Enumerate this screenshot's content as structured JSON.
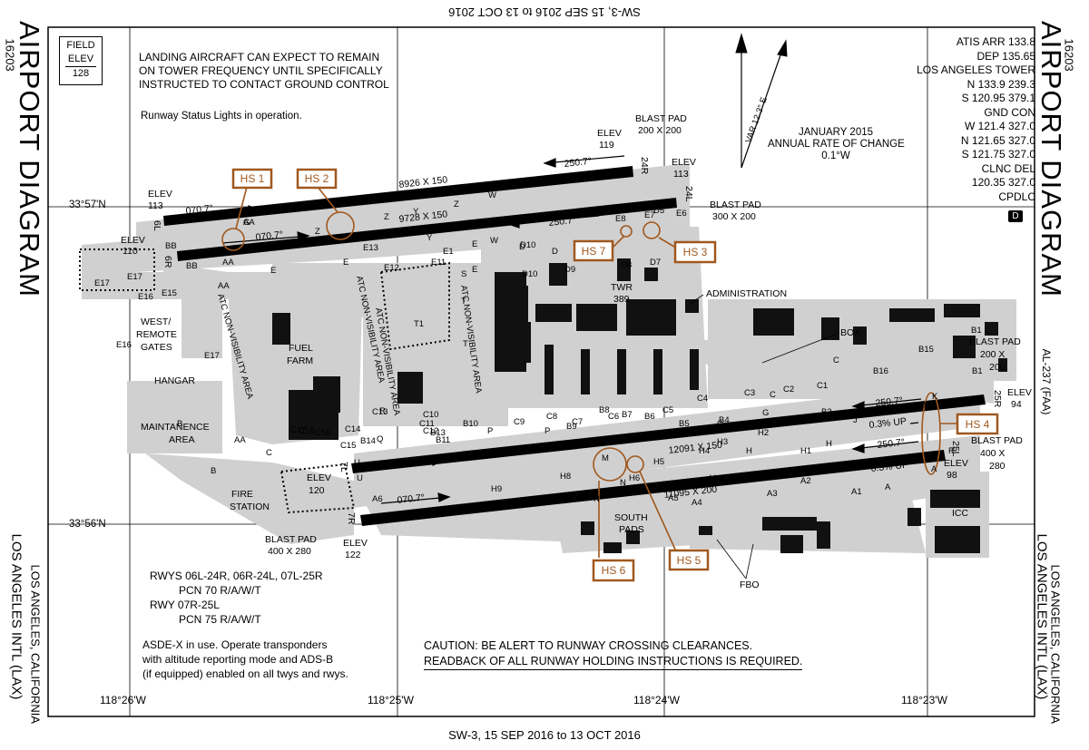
{
  "header": {
    "top_line_flipped": "SW-3, 15 SEP 2016 to 13 OCT 2016",
    "bottom_line": "SW-3, 15 SEP 2016 to 13 OCT 2016"
  },
  "sides": {
    "title": "AIRPORT DIAGRAM",
    "chart_number": "16203",
    "airport_name": "LOS ANGELES INTL (LAX)",
    "location": "LOS ANGELES, CALIFORNIA",
    "al_number": "AL-237 (FAA)"
  },
  "field_elev": {
    "label1": "FIELD",
    "label2": "ELEV",
    "value": "128"
  },
  "notes": {
    "landing": [
      "LANDING AIRCRAFT CAN EXPECT TO REMAIN",
      "ON TOWER FREQUENCY UNTIL SPECIFICALLY",
      "INSTRUCTED TO CONTACT GROUND CONTROL"
    ],
    "rwsl": "Runway Status Lights in operation.",
    "pcn": [
      "RWYS 06L-24R, 06R-24L, 07L-25R",
      "PCN  70 R/A/W/T",
      "RWY 07R-25L",
      "PCN  75 R/A/W/T"
    ],
    "asde": [
      "ASDE-X in use. Operate transponders",
      "with altitude reporting mode and ADS-B",
      "(if equipped) enabled on all twys and rwys."
    ],
    "caution": [
      "CAUTION: BE ALERT TO RUNWAY CROSSING CLEARANCES.",
      "READBACK OF ALL RUNWAY HOLDING INSTRUCTIONS IS REQUIRED."
    ],
    "variation": [
      "JANUARY 2015",
      "ANNUAL RATE OF CHANGE",
      "0.1°W"
    ],
    "var_label": "VAR 12.3° E"
  },
  "frequencies": [
    "ATIS ARR 133.8",
    "DEP 135.65",
    "LOS ANGELES TOWER",
    "N 133.9 239.3",
    "S 120.95 379.1",
    "GND CON",
    "W 121.4 327.0",
    "N 121.65 327.0",
    "S 121.75 327.0",
    "CLNC DEL",
    "120.35 327.0",
    "CPDLC"
  ],
  "cpdlc_badge": "D",
  "coordinates": {
    "lat_n": "33°57'N",
    "lat_s": "33°56'N",
    "lon": [
      "118°26'W",
      "118°25'W",
      "118°24'W",
      "118°23'W"
    ]
  },
  "runways": [
    {
      "id": "6L-24R",
      "length": "8926 X 150",
      "heading": "250.7°",
      "heading_rev": "070.7°",
      "end_a": "6L",
      "end_b": "24R"
    },
    {
      "id": "6R-24L",
      "length": "9728 X 150",
      "heading": "250.7°",
      "heading_rev": "070.7°",
      "end_a": "6R",
      "end_b": "24L"
    },
    {
      "id": "7L-25R",
      "length": "12091 X 150",
      "heading": "250.7°",
      "heading_rev": "070.7°",
      "end_a": "7L",
      "end_b": "25R",
      "slope": "0.3% UP"
    },
    {
      "id": "7R-25L",
      "length": "11095 X 200",
      "heading": "250.7°",
      "heading_rev": "070.7°",
      "end_a": "7R",
      "end_b": "25L",
      "slope": "0.3% UP"
    }
  ],
  "elevations": {
    "e113a": [
      "ELEV",
      "113"
    ],
    "e110": [
      "ELEV",
      "110"
    ],
    "e119": [
      "ELEV",
      "119"
    ],
    "e113b": [
      "ELEV",
      "113"
    ],
    "e94": [
      "ELEV",
      "94"
    ],
    "e98": [
      "ELEV",
      "98"
    ],
    "e120": [
      "ELEV",
      "120"
    ],
    "e122": [
      "ELEV",
      "122"
    ]
  },
  "blast_pads": {
    "bp_n": [
      "BLAST PAD",
      "200 X 200"
    ],
    "bp_ne": [
      "BLAST PAD",
      "300 X 200"
    ],
    "bp_e1": [
      "BLAST PAD",
      "200 X",
      "200"
    ],
    "bp_e2": [
      "BLAST PAD",
      "400 X",
      "280"
    ],
    "bp_sw": [
      "BLAST PAD",
      "400 X 280"
    ]
  },
  "facilities": {
    "west_remote": [
      "WEST/",
      "REMOTE",
      "GATES"
    ],
    "hangar": "HANGAR",
    "maintenance": [
      "MAINTANENCE",
      "AREA"
    ],
    "fuel": [
      "FUEL",
      "FARM"
    ],
    "fire": [
      "FIRE",
      "STATION"
    ],
    "twr": [
      "TWR",
      "389"
    ],
    "admin": "ADMINISTRATION",
    "box": "BOX",
    "south_pads": [
      "SOUTH",
      "PADS"
    ],
    "fbo": "FBO",
    "icc": "ICC",
    "atc1": "ATC NON-VISIBILITY AREA",
    "atc2": "ATC NON-VISIBILITY AREA",
    "atc3": "ATC NON-VISIBILITY AREA",
    "atc4": "ATC NON-VISIBILITY AREA"
  },
  "hot_spots": [
    "HS 1",
    "HS 2",
    "HS 3",
    "HS 4",
    "HS 5",
    "HS 6",
    "HS 7"
  ],
  "taxiways": [
    "AA",
    "AA",
    "AA",
    "AA",
    "Z",
    "Z",
    "Z",
    "Y",
    "Y",
    "W",
    "W",
    "E",
    "E",
    "E",
    "E",
    "E10",
    "E13",
    "E8",
    "E7",
    "E6",
    "E1",
    "E11",
    "E12",
    "D",
    "D",
    "D10",
    "D9",
    "D8",
    "D7",
    "D5",
    "D10",
    "S",
    "T",
    "T",
    "T1",
    "R",
    "Q",
    "P",
    "P",
    "N",
    "M",
    "N",
    "B",
    "B",
    "C",
    "C",
    "C",
    "C",
    "B1",
    "B1",
    "B2",
    "B3",
    "B4",
    "B5",
    "B6",
    "B7",
    "B8",
    "B9",
    "B10",
    "B11",
    "B13",
    "B14",
    "B15",
    "B16",
    "C1",
    "C2",
    "C3",
    "C4",
    "C5",
    "C6",
    "C7",
    "C8",
    "C9",
    "C10",
    "C11",
    "C12",
    "C13",
    "C14",
    "C15",
    "C16",
    "C17",
    "C18",
    "BB",
    "BB",
    "E15",
    "E16",
    "E17",
    "E17",
    "E16",
    "E17",
    "G",
    "H",
    "H",
    "H1",
    "H2",
    "H3",
    "H4",
    "H5",
    "H6",
    "H8",
    "H9",
    "J",
    "K",
    "F",
    "F",
    "A",
    "A",
    "A1",
    "A2",
    "A3",
    "A4",
    "A5",
    "A6",
    "U",
    "U",
    "V",
    "G"
  ]
}
